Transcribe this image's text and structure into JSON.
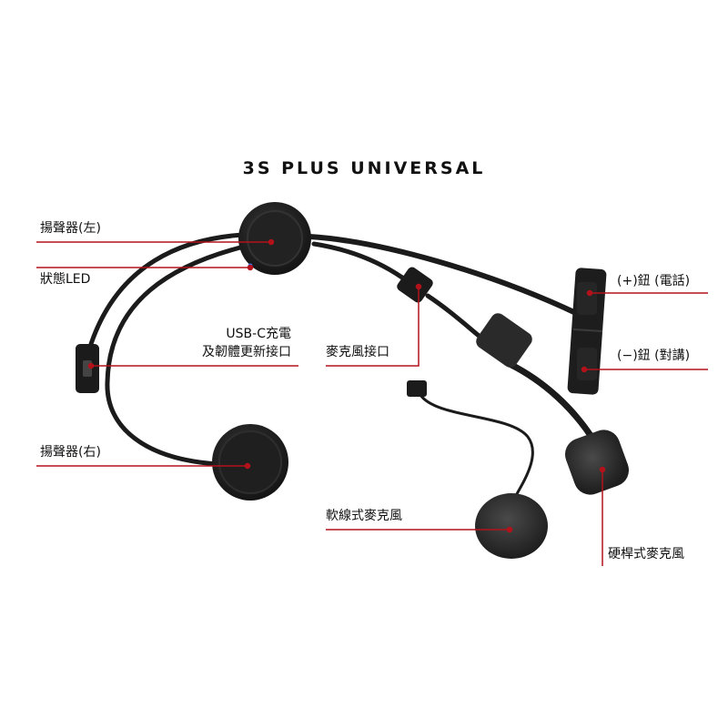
{
  "title": "3S PLUS UNIVERSAL",
  "labels": {
    "speaker_left": "揚聲器(左)",
    "status_led": "狀態LED",
    "usbc_line1": "USB-C充電",
    "usbc_line2": "及韌體更新接口",
    "speaker_right": "揚聲器(右)",
    "mic_port": "麥克風接口",
    "soft_mic": "軟線式麥克風",
    "boom_mic": "硬桿式麥克風",
    "plus_button": "(+)鈕 (電話)",
    "minus_button": "(−)鈕 (對講)"
  },
  "colors": {
    "callout": "#b3121b",
    "device": "#1b1b1b",
    "led": "#3a7bff"
  }
}
